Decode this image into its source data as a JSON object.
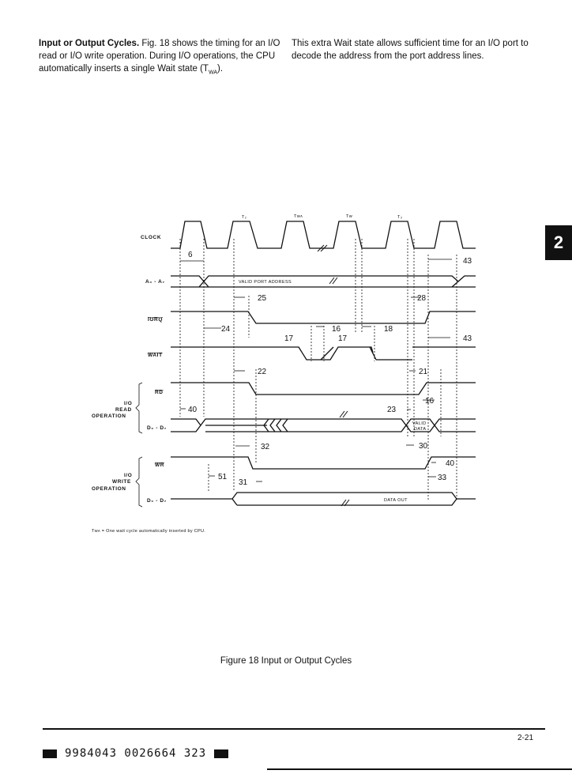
{
  "text": {
    "left_lead": "Input or Output Cycles.",
    "left_body": " Fig. 18 shows the timing for an I/O read or I/O write operation. During I/O operations, the CPU automatically inserts a single Wait state (T",
    "left_sub": "WA",
    "left_tail": ").",
    "right_body": "This extra Wait state allows sufficient time for an I/O port to decode the address from the port address lines."
  },
  "chapter_tab": "2",
  "diagram": {
    "states": [
      "T₂",
      "Tᴡᴀ",
      "Tᴡ",
      "T₃"
    ],
    "signals": {
      "clock": "CLOCK",
      "address": "A₀ - A₇",
      "address_value": "VALID PORT ADDRESS",
      "iorq": "IORQ",
      "wait": "WAIT",
      "rd": "RD",
      "read_data": "D₀ - D₇",
      "valid_data_1": "VALID",
      "valid_data_2": "DATA",
      "wr": "WR",
      "write_data": "D₀ - D₇",
      "data_out": "DATA OUT"
    },
    "groups": {
      "read_1": "I/O",
      "read_2": "READ",
      "read_3": "OPERATION",
      "write_1": "I/O",
      "write_2": "WRITE",
      "write_3": "OPERATION"
    },
    "timing_numbers": {
      "t6": "6",
      "t43a": "43",
      "t25": "25",
      "t28": "28",
      "t24": "24",
      "t16a": "16",
      "t18": "18",
      "t17a": "17",
      "t17b": "17",
      "t43b": "43",
      "t22": "22",
      "t21": "21",
      "t16b": "16",
      "t40a": "40",
      "t23": "23",
      "t30": "30",
      "t32": "32",
      "t40b": "40",
      "t51": "51",
      "t31": "31",
      "t33": "33"
    }
  },
  "footnote": "Tᴡᴀ = One wait cycle automatically inserted by CPU.",
  "caption": "Figure 18 Input or Output Cycles",
  "page_number": "2-21",
  "barcode_text": "9984043 0026664 323",
  "colors": {
    "ink": "#111111",
    "paper": "#ffffff"
  }
}
